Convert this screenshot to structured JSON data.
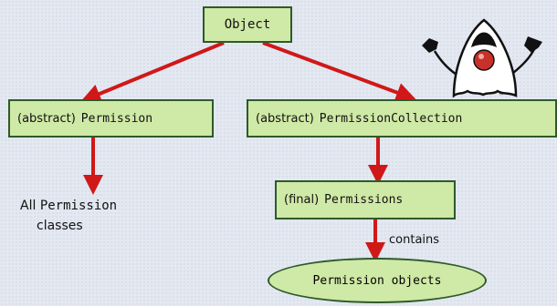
{
  "nodes": {
    "object": "Object",
    "permission": {
      "qualifier": "(abstract)",
      "name": "Permission"
    },
    "permission_collection": {
      "qualifier": "(abstract)",
      "name": "PermissionCollection"
    },
    "permissions": {
      "qualifier": "(final)",
      "name": "Permissions"
    },
    "permission_objects": "Permission objects"
  },
  "labels": {
    "all_prefix": "All",
    "all_class": "Permission",
    "all_suffix": "classes",
    "contains": "contains"
  },
  "colors": {
    "box_fill": "#cfe9a6",
    "box_border": "#2e5a2a",
    "arrow": "#d01818",
    "background": "#e3e8f1"
  },
  "icons": {
    "mascot": "duke-mascot-icon"
  }
}
